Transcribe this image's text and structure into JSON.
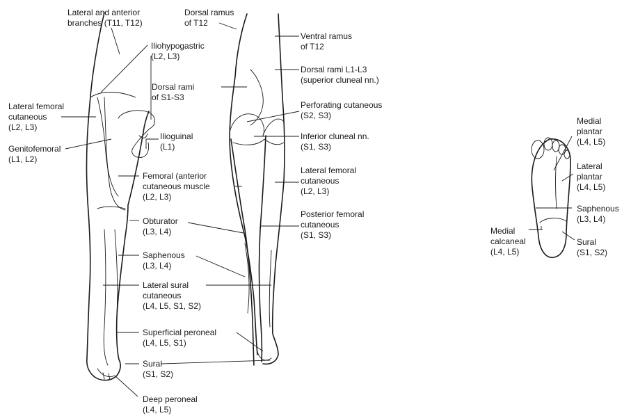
{
  "labels": {
    "lat_ant_branches": [
      "Lateral and anterior",
      "branches (T11, T12)"
    ],
    "dorsal_ramus_t12": [
      "Dorsal ramus",
      "of T12"
    ],
    "ventral_ramus_t12": [
      "Ventral ramus",
      "of T12"
    ],
    "iliohypogastric": [
      "Iliohypogastric",
      "(L2, L3)"
    ],
    "dorsal_rami_l1_l3": [
      "Dorsal rami L1-L3",
      "(superior cluneal nn.)"
    ],
    "dorsal_rami_s1_s3": [
      "Dorsal rami",
      "of S1-S3"
    ],
    "lateral_femoral_left": [
      "Lateral femoral",
      "cutaneous",
      "(L2, L3)"
    ],
    "perforating_cutaneous": [
      "Perforating cutaneous",
      "(S2, S3)"
    ],
    "ilioinguinal": [
      "Ilioguinal",
      "(L1)"
    ],
    "inferior_cluneal": [
      "Inferior cluneal nn.",
      "(S1, S3)"
    ],
    "genitofemoral": [
      "Genitofemoral",
      "(L1, L2)"
    ],
    "lateral_femoral_right": [
      "Lateral femoral",
      "cutaneous",
      "(L2, L3)"
    ],
    "femoral": [
      "Femoral (anterior",
      "cutaneous muscle",
      "(L2, L3)"
    ],
    "obturator": [
      "Obturator",
      "(L3, L4)"
    ],
    "posterior_femoral": [
      "Posterior femoral",
      "cutaneous",
      "(S1, S3)"
    ],
    "saphenous": [
      "Saphenous",
      "(L3, L4)"
    ],
    "lateral_sural": [
      "Lateral sural",
      "cutaneous",
      "(L4, L5, S1, S2)"
    ],
    "superficial_peroneal": [
      "Superficial peroneal",
      "(L4, L5, S1)"
    ],
    "sural": [
      "Sural",
      "(S1, S2)"
    ],
    "deep_peroneal": [
      "Deep peroneal",
      "(L4, L5)"
    ],
    "foot_medial_plantar": [
      "Medial",
      "plantar",
      "(L4, L5)"
    ],
    "foot_lateral_plantar": [
      "Lateral",
      "plantar",
      "(L4, L5)"
    ],
    "foot_saphenous": [
      "Saphenous",
      "(L3, L4)"
    ],
    "foot_medial_calcaneal": [
      "Medial",
      "calcaneal",
      "(L4, L5)"
    ],
    "foot_sural": [
      "Sural",
      "(S1, S2)"
    ]
  }
}
